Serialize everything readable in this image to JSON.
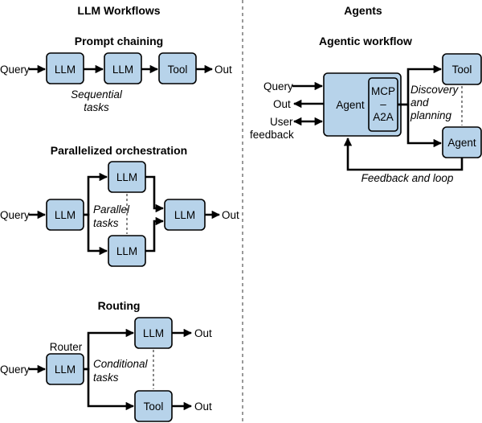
{
  "left": {
    "title": "LLM Workflows",
    "prompt_chaining": {
      "title": "Prompt chaining",
      "input": "Query",
      "nodes": [
        "LLM",
        "LLM",
        "Tool"
      ],
      "output": "Out",
      "note_line1": "Sequential",
      "note_line2": "tasks"
    },
    "parallel": {
      "title": "Parallelized orchestration",
      "input": "Query",
      "source": "LLM",
      "branch_top": "LLM",
      "branch_bottom": "LLM",
      "merge": "LLM",
      "output": "Out",
      "note_line1": "Parallel",
      "note_line2": "tasks"
    },
    "routing": {
      "title": "Routing",
      "router_label": "Router",
      "input": "Query",
      "router": "LLM",
      "branch_top": "LLM",
      "branch_bottom": "Tool",
      "output_top": "Out",
      "output_bottom": "Out",
      "note_line1": "Conditional",
      "note_line2": "tasks"
    }
  },
  "right": {
    "title": "Agents",
    "agentic": {
      "title": "Agentic workflow",
      "in_query": "Query",
      "out": "Out",
      "user_line1": "User",
      "user_line2": "feedback",
      "agent": "Agent",
      "mcp_line1": "MCP",
      "mcp_line2": "–",
      "mcp_line3": "A2A",
      "tool": "Tool",
      "agent2": "Agent",
      "discovery_line1": "Discovery",
      "discovery_line2": "and",
      "discovery_line3": "planning",
      "loop": "Feedback and loop"
    }
  }
}
